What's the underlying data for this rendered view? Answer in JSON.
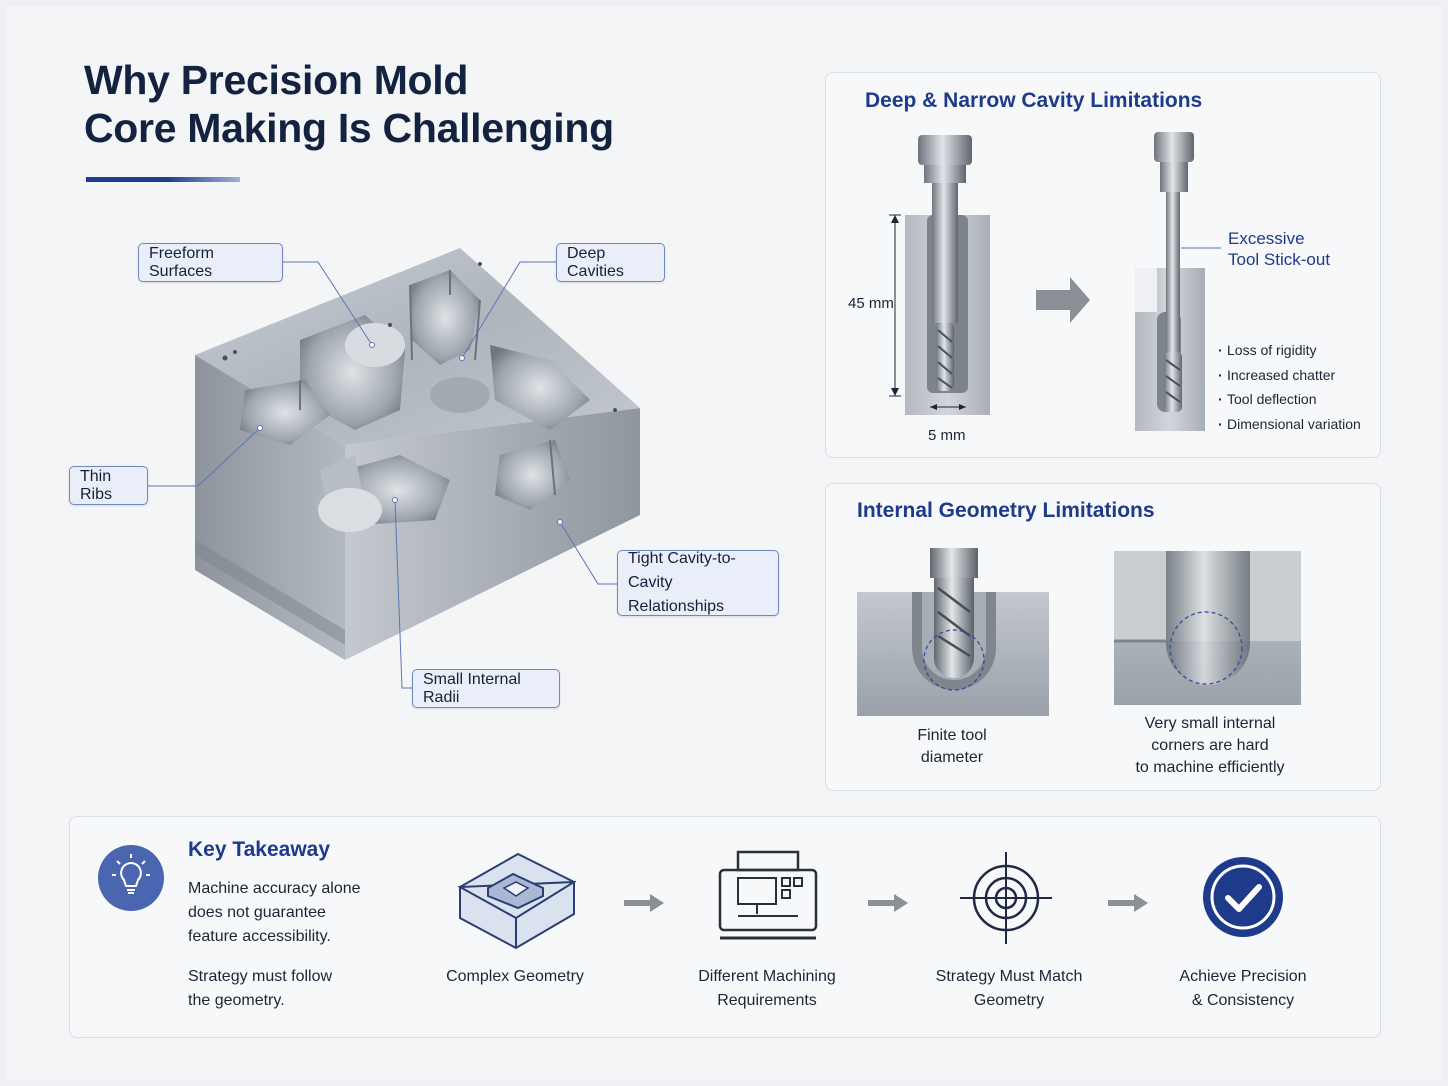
{
  "title": {
    "line1": "Why Precision Mold",
    "line2": "Core Making Is Challenging"
  },
  "callouts": {
    "freeform": "Freeform Surfaces",
    "deep": "Deep Cavities",
    "thin_ribs": "Thin Ribs",
    "tight_line1": "Tight Cavity-to-Cavity",
    "tight_line2": "Relationships",
    "small_radii": "Small Internal Radii"
  },
  "deep_panel": {
    "title": "Deep & Narrow Cavity Limitations",
    "depth_label": "45 mm",
    "width_label": "5 mm",
    "stickout_line1": "Excessive",
    "stickout_line2": "Tool Stick-out",
    "bullets": [
      "Loss of rigidity",
      "Increased chatter",
      "Tool deflection",
      "Dimensional variation"
    ]
  },
  "internal_panel": {
    "title": "Internal Geometry Limitations",
    "left_caption_line1": "Finite tool",
    "left_caption_line2": "diameter",
    "right_caption_line1": "Very small internal",
    "right_caption_line2": "corners are hard",
    "right_caption_line3": "to machine efficiently"
  },
  "takeaway": {
    "title": "Key Takeaway",
    "text1_line1": "Machine accuracy alone",
    "text1_line2": "does not guarantee",
    "text1_line3": "feature accessibility.",
    "text2_line1": "Strategy must follow",
    "text2_line2": "the geometry.",
    "steps": [
      {
        "line1": "Complex Geometry",
        "line2": ""
      },
      {
        "line1": "Different Machining",
        "line2": "Requirements"
      },
      {
        "line1": "Strategy Must Match",
        "line2": "Geometry"
      },
      {
        "line1": "Achieve Precision",
        "line2": "& Consistency"
      }
    ]
  },
  "colors": {
    "accent": "#1e3a8a",
    "callout_border": "#6f89bf",
    "steel": "#9aa3ad",
    "icon_circle": "#4a66b0"
  },
  "icons": [
    "lightbulb-icon",
    "mold-block-icon",
    "cnc-machine-icon",
    "target-icon",
    "check-circle-icon",
    "arrow-right-icon"
  ]
}
